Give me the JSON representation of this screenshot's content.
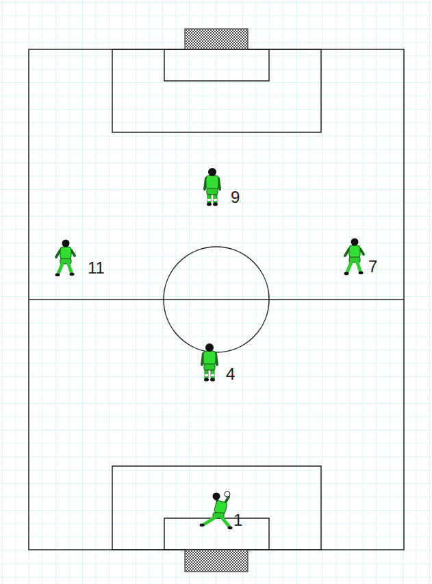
{
  "diagram": {
    "labels": [
      "9",
      "11",
      "7",
      "4",
      "1"
    ]
  }
}
